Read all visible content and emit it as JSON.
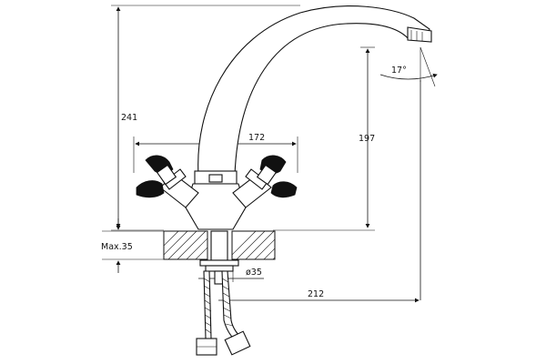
{
  "drawing": {
    "dimensions": {
      "total_height": "241",
      "handle_span": "172",
      "spout_height": "197",
      "spout_angle": "17°",
      "max_thickness": "Max.35",
      "mount_diameter": "ø35",
      "reach": "212"
    },
    "colors": {
      "line": "#111111",
      "background": "#ffffff"
    }
  }
}
